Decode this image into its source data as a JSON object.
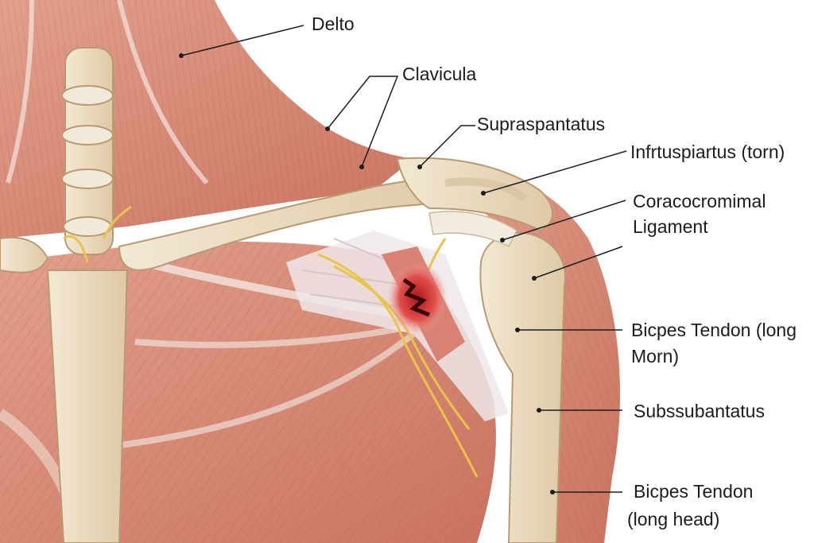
{
  "labels": {
    "delto": "Delto",
    "clavicula": "Clavicula",
    "supraspinatus": "Supraspantatus",
    "infraspinatus": "Infrtuspiartus (torn)",
    "coracoacromial_line1": "Coracocromimal",
    "coracoacromial_line2": "Ligament",
    "biceps_upper_line1": "Bicpes Tendon (long",
    "biceps_upper_line2": "Morn)",
    "subscapularis": "Subssubantatus",
    "biceps_lower_line1": "Bicpes Tendon",
    "biceps_lower_line2": "(long head)"
  },
  "colors": {
    "background": "#ffffff",
    "muscle": "#d98e7a",
    "muscle_dark": "#b8604c",
    "muscle_light": "#eab3a3",
    "tendon": "#e9e6ea",
    "bone": "#ecdcc0",
    "bone_outline": "#b89a72",
    "nerve": "#e8c44a",
    "tear": "#c8202a",
    "leader_line": "#1c1c1c"
  }
}
